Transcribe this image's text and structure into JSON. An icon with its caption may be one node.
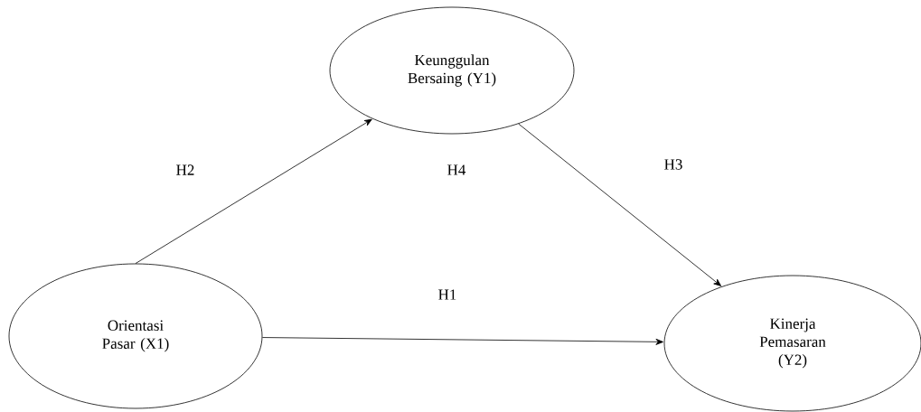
{
  "diagram": {
    "nodes": [
      {
        "text": [
          "Keunggulan Bersaing (Y1)"
        ]
      },
      {
        "text": [
          "Orientasi Pasar (X1)"
        ]
      },
      {
        "text": [
          "Kinerja Pemasaran (Y2)"
        ]
      }
    ],
    "edges": [
      {
        "from": 1,
        "to": 0,
        "arrow": "to",
        "label": "H2"
      },
      {
        "from": 0,
        "to": 2,
        "arrow": "to",
        "label": "H3"
      },
      {
        "from": 1,
        "to": 2,
        "arrow": "to",
        "label": "H1"
      }
    ],
    "labels": [
      "H4"
    ]
  }
}
